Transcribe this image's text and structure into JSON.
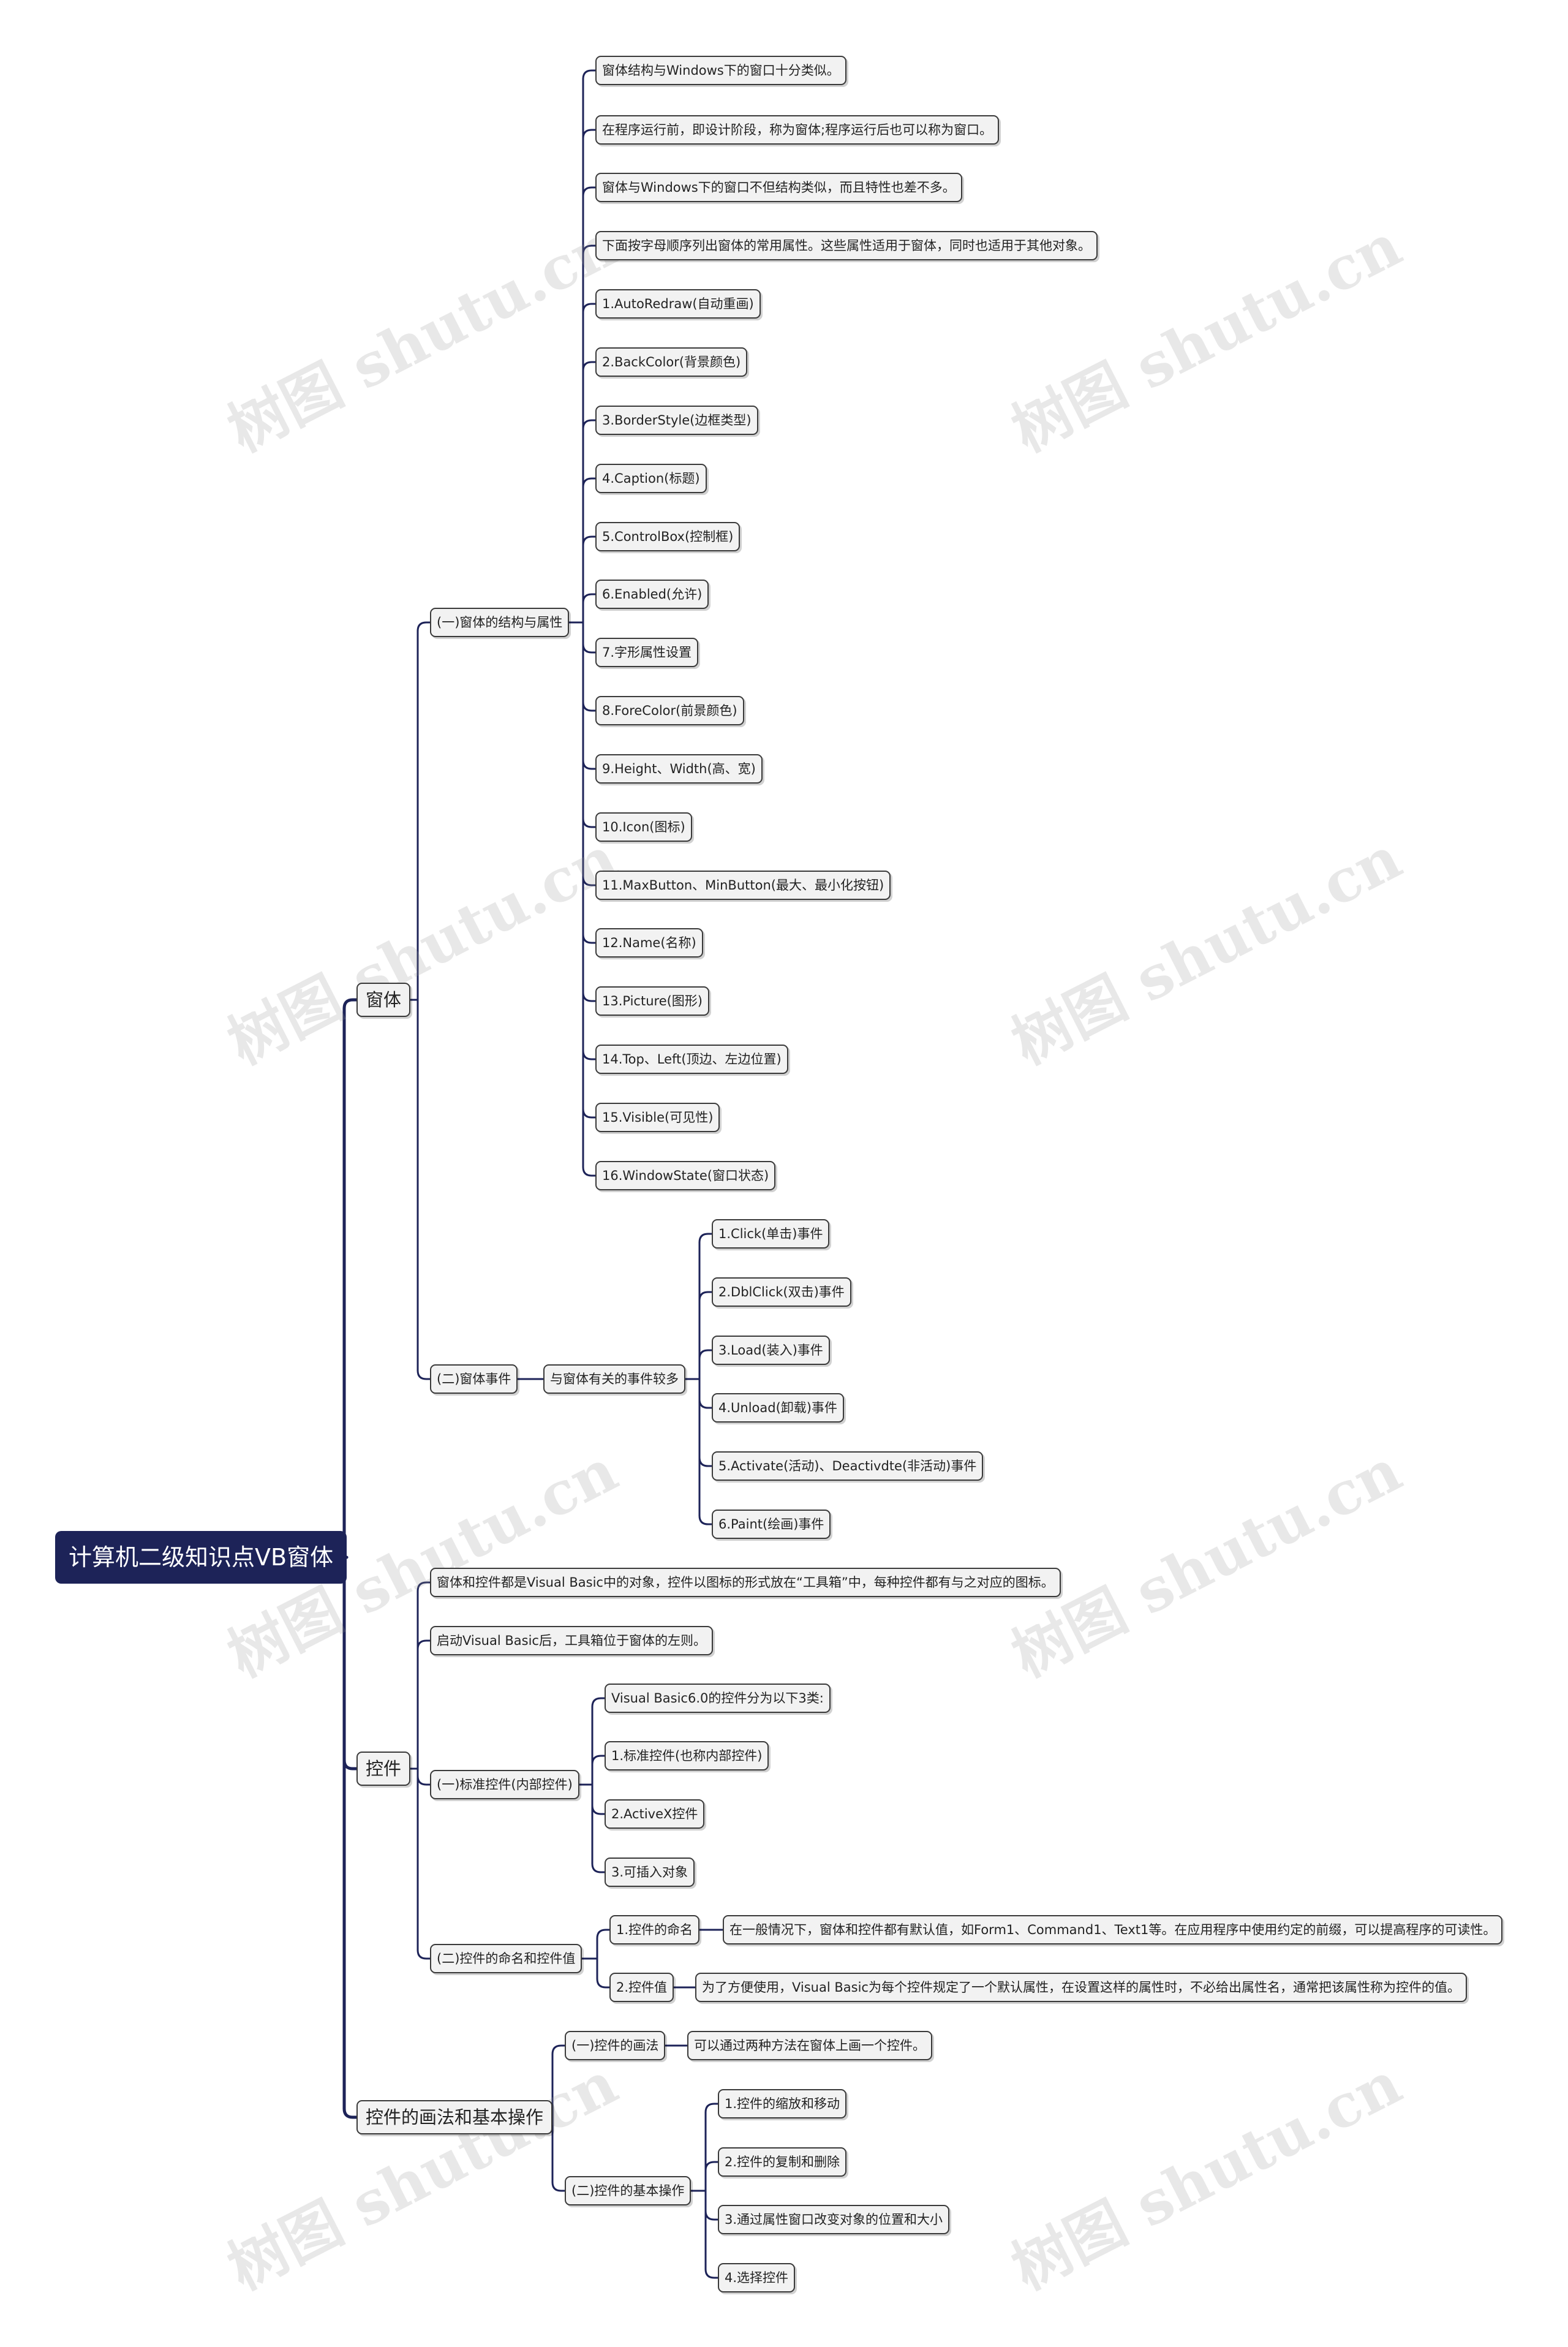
{
  "watermark": "树图 shutu.cn",
  "colors": {
    "root_bg": "#1d2358",
    "line": "#1d2358",
    "node_bg": "#f2f2f2",
    "node_border": "#3a3a3a"
  },
  "root": {
    "label": "计算机二级知识点VB窗体"
  },
  "branches": {
    "form": {
      "label": "窗体",
      "structure": {
        "label": "(一)窗体的结构与属性",
        "items": [
          "窗体结构与Windows下的窗口十分类似。",
          "在程序运行前，即设计阶段，称为窗体;程序运行后也可以称为窗口。",
          "窗体与Windows下的窗口不但结构类似，而且特性也差不多。",
          "下面按字母顺序列出窗体的常用属性。这些属性适用于窗体，同时也适用于其他对象。",
          "1.AutoRedraw(自动重画)",
          "2.BackColor(背景颜色)",
          "3.BorderStyle(边框类型)",
          "4.Caption(标题)",
          "5.ControlBox(控制框)",
          "6.Enabled(允许)",
          "7.字形属性设置",
          "8.ForeColor(前景颜色)",
          "9.Height、Width(高、宽)",
          "10.Icon(图标)",
          "11.MaxButton、MinButton(最大、最小化按钮)",
          "12.Name(名称)",
          "13.Picture(图形)",
          "14.Top、Left(顶边、左边位置)",
          "15.Visible(可见性)",
          "16.WindowState(窗口状态)"
        ]
      },
      "events": {
        "label": "(二)窗体事件",
        "sub": {
          "label": "与窗体有关的事件较多",
          "items": [
            "1.Click(单击)事件",
            "2.DblClick(双击)事件",
            "3.Load(装入)事件",
            "4.Unload(卸载)事件",
            "5.Activate(活动)、Deactivdte(非活动)事件",
            "6.Paint(绘画)事件"
          ]
        }
      }
    },
    "control": {
      "label": "控件",
      "intro1": "窗体和控件都是Visual Basic中的对象，控件以图标的形式放在“工具箱”中，每种控件都有与之对应的图标。",
      "intro2": "启动Visual Basic后，工具箱位于窗体的左则。",
      "standard": {
        "label": "(一)标准控件(内部控件)",
        "items": [
          "Visual Basic6.0的控件分为以下3类:",
          "1.标准控件(也称内部控件)",
          "2.ActiveX控件",
          "3.可插入对象"
        ]
      },
      "naming": {
        "label": "(二)控件的命名和控件值",
        "name": {
          "label": "1.控件的命名",
          "desc": "在一般情况下，窗体和控件都有默认值，如Form1、Command1、Text1等。在应用程序中使用约定的前缀，可以提高程序的可读性。"
        },
        "value": {
          "label": "2.控件值",
          "desc": "为了方便使用，Visual Basic为每个控件规定了一个默认属性，在设置这样的属性时，不必给出属性名，通常把该属性称为控件的值。"
        }
      }
    },
    "drawing": {
      "label": "控件的画法和基本操作",
      "method": {
        "label": "(一)控件的画法",
        "desc": "可以通过两种方法在窗体上画一个控件。"
      },
      "ops": {
        "label": "(二)控件的基本操作",
        "items": [
          "1.控件的缩放和移动",
          "2.控件的复制和删除",
          "3.通过属性窗口改变对象的位置和大小",
          "4.选择控件"
        ]
      }
    }
  }
}
